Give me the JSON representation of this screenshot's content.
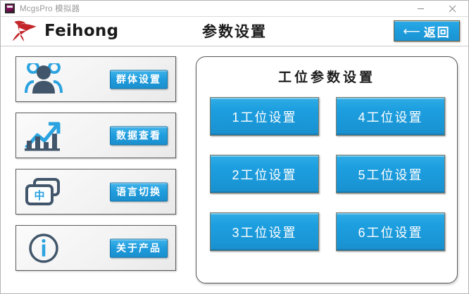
{
  "window": {
    "title": "McgsPro 模拟器",
    "app_icon": "app-icon",
    "minimize_label": "—",
    "close_label": "✕"
  },
  "header": {
    "brand_name": "Feihong",
    "brand_logo": "feihong-bird-logo",
    "page_title": "参数设置",
    "back_button": {
      "label": "返回",
      "icon": "back-arrow-icon"
    }
  },
  "sidebar": {
    "cards": [
      {
        "icon": "group-people-icon",
        "label": "群体设置"
      },
      {
        "icon": "chart-trending-up-icon",
        "label": "数据查看"
      },
      {
        "icon": "language-switch-icon",
        "label": "语言切换"
      },
      {
        "icon": "info-circle-icon",
        "label": "关于产品"
      }
    ]
  },
  "panel": {
    "title": "工位参数设置",
    "buttons": [
      {
        "label": "1工位设置"
      },
      {
        "label": "4工位设置"
      },
      {
        "label": "2工位设置"
      },
      {
        "label": "5工位设置"
      },
      {
        "label": "3工位设置"
      },
      {
        "label": "6工位设置"
      }
    ]
  },
  "colors": {
    "accent_blue": "#1e9ede",
    "button_blue_light": "#31ade6",
    "button_blue_dark": "#1a8fcd",
    "logo_red": "#c3272b",
    "icon_slate": "#42566b",
    "icon_blue": "#2aa3e0",
    "border_dark": "#555555",
    "title_text": "#9a9a9a"
  }
}
